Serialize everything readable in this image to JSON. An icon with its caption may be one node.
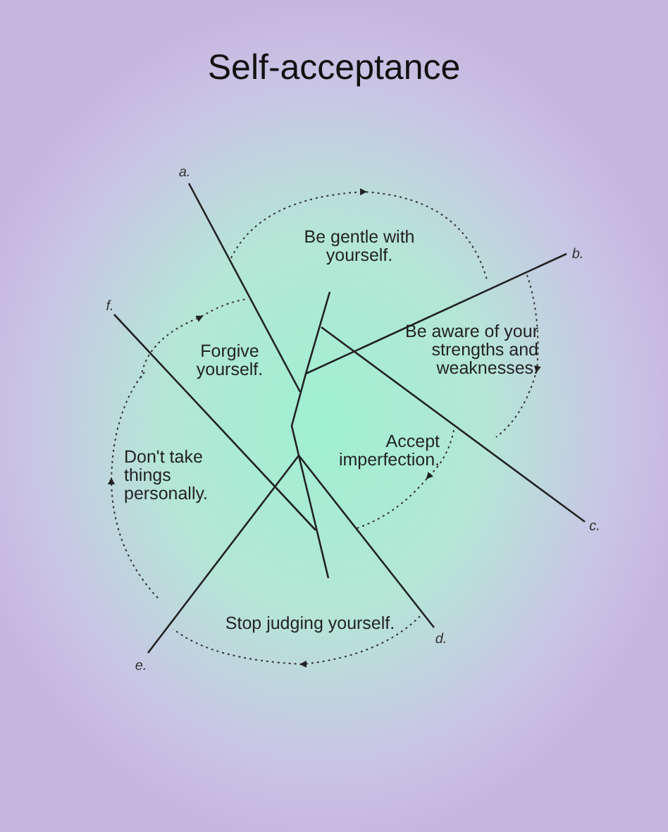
{
  "diagram": {
    "title": "Self-acceptance",
    "labels": [
      "a.",
      "Be gentle with yourself.",
      "b.",
      "f.",
      "Forgive yourself.",
      "Be aware of your strengths and weaknesses.",
      "Don't take things personally.",
      "Accept imperfection.",
      "c.",
      "Stop judging yourself.",
      "d.",
      "e."
    ]
  }
}
